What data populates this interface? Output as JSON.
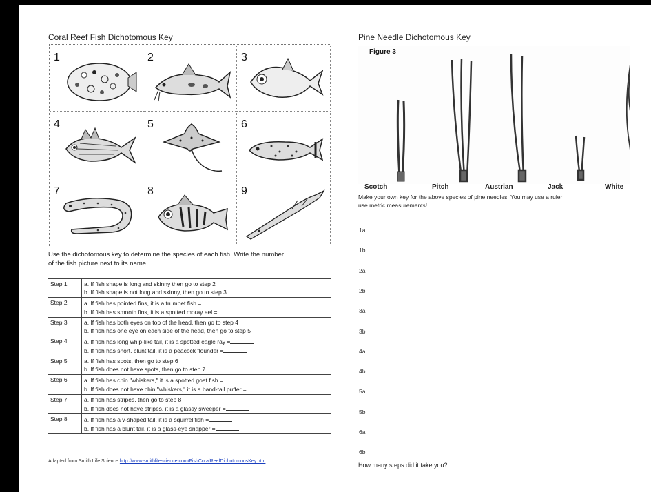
{
  "left": {
    "title": "Coral Reef Fish Dichotomous Key",
    "fish_numbers": [
      "1",
      "2",
      "3",
      "4",
      "5",
      "6",
      "7",
      "8",
      "9"
    ],
    "instructions_line1": "Use the dichotomous key to determine the species of each fish. Write the number",
    "instructions_line2": "of the fish picture next to its name.",
    "steps": [
      {
        "step": "Step 1",
        "a": "a. If fish shape is long and skinny then go to step 2",
        "b": "b. If fish shape is not long and skinny, then go to step 3"
      },
      {
        "step": "Step 2",
        "a": "a. If fish has pointed fins, it is a trumpet fish =",
        "b": "b. If fish has smooth fins, it is a spotted moray eel ="
      },
      {
        "step": "Step 3",
        "a": "a. If fish has both eyes on top of the head, then go to step 4",
        "b": "b. If fish has one eye on each side of the head, then go to step 5"
      },
      {
        "step": "Step 4",
        "a": "a. If fish has long whip-like tail, it is a spotted eagle ray =",
        "b": "b. If fish has short, blunt tail, it is a peacock flounder ="
      },
      {
        "step": "Step 5",
        "a": "a. If fish has spots, then go to step 6",
        "b": "b. If fish does not have spots, then go to step 7"
      },
      {
        "step": "Step 6",
        "a": "a. If fish has chin \"whiskers,\" it is a spotted goat fish =",
        "b": "b. If fish does not have chin \"whiskers,\" it is a band-tail puffer ="
      },
      {
        "step": "Step 7",
        "a": "a. If fish has stripes, then go to step 8",
        "b": "b. If fish does not have stripes, it is a glassy sweeper ="
      },
      {
        "step": "Step 8",
        "a": "a. If fish has a v-shaped tail, it is a squirrel fish =",
        "b": "b. If fish has a blunt tail, it is a glass-eye snapper ="
      }
    ],
    "credit_text": "Adapted from Smith Life Science",
    "credit_link": "http://www.smithlifescience.com/FishCoralReefDichotomousKey.htm"
  },
  "right": {
    "title": "Pine Needle Dichotomous Key",
    "figure_label": "Figure 3",
    "pine_names": [
      "Scotch",
      "Pitch",
      "Austrian",
      "Jack",
      "White"
    ],
    "instructions_line1": "Make your own key for the above species of pine needles.  You may use a ruler",
    "instructions_line2": "use metric measurements!",
    "answer_rows": [
      "1a",
      "1b",
      "2a",
      "2b",
      "3a",
      "3b",
      "4a",
      "4b",
      "5a",
      "5b",
      "6a",
      "6b"
    ],
    "question": "How many steps did it take you?"
  }
}
